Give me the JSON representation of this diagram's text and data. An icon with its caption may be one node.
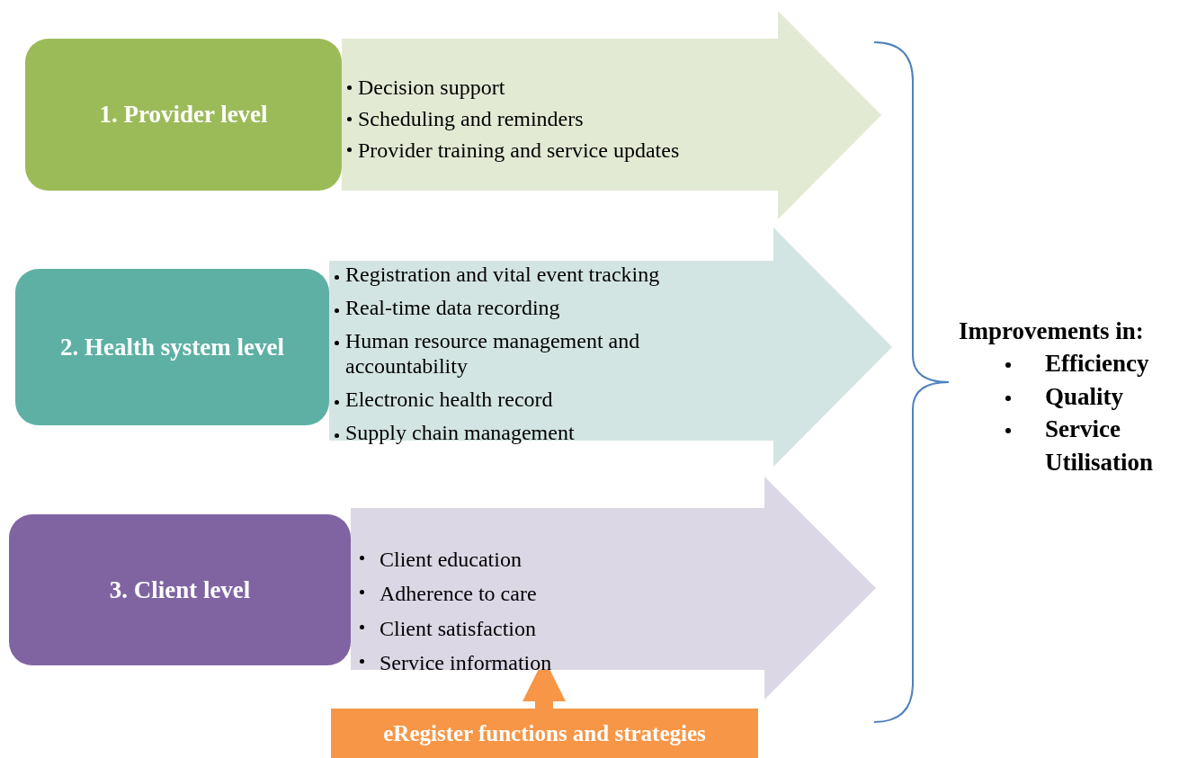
{
  "diagram": {
    "nodes": [
      {
        "text": [
          "1. Provider level"
        ]
      },
      {
        "text": [
          "Decision support",
          "Scheduling and reminders",
          "Provider training and service updates"
        ]
      },
      {
        "text": [
          "2. Health system level"
        ]
      },
      {
        "text": [
          "Registration and vital event tracking",
          "Real-time data recording",
          "Human resource management and accountability",
          "Electronic health record",
          "Supply chain management"
        ]
      },
      {
        "text": [
          "3. Client level"
        ]
      },
      {
        "text": [
          "Client education",
          "Adherence to care",
          "Client satisfaction",
          "Service information"
        ]
      },
      {
        "text": [
          "eRegister functions and strategies"
        ]
      },
      {
        "text": [
          "Improvements in:",
          "Efficiency",
          "Quality",
          "Service Utilisation"
        ]
      }
    ],
    "edges": [
      {
        "from": 6,
        "to": 5,
        "arrow": "to",
        "color": "#f79646"
      }
    ]
  }
}
